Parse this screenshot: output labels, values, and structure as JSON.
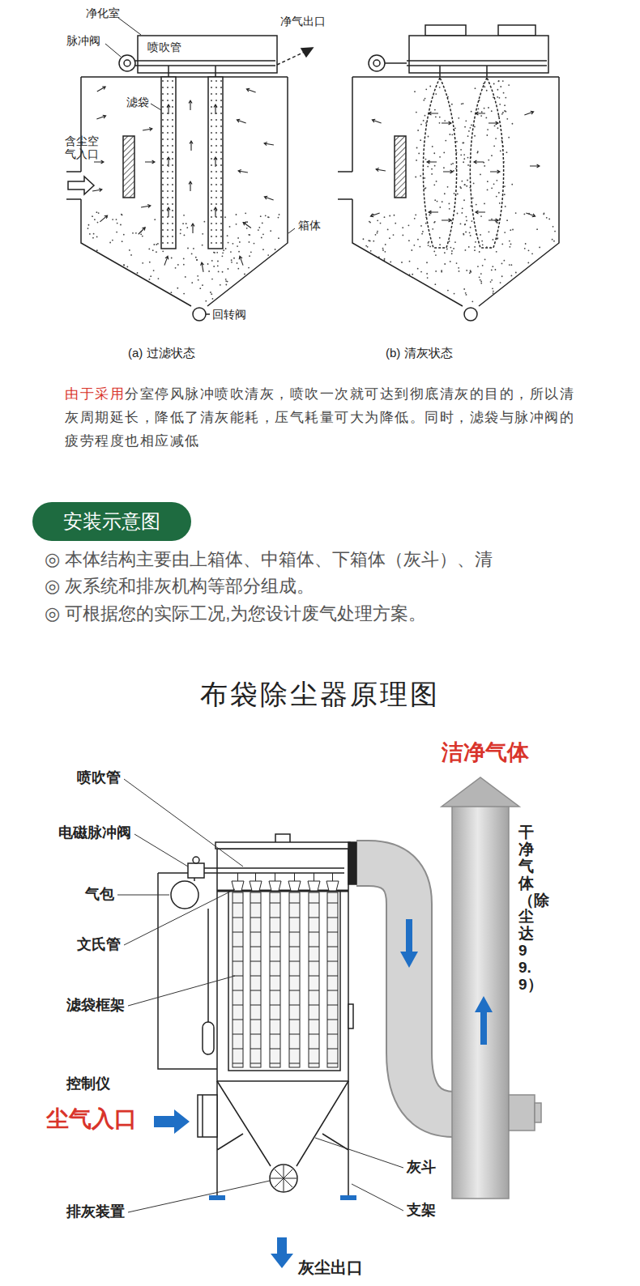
{
  "diagram": {
    "title": "布袋除尘器原理图",
    "nodes": [
      {
        "text": [
          "安装示意图"
        ]
      }
    ],
    "labels": [
      "净化室",
      "脉冲阀",
      "喷吹管",
      "净气出口",
      "滤袋",
      "含尘空气入口",
      "箱体",
      "回转阀",
      "(a) 过滤状态",
      "(b) 清灰状态",
      "由于采用",
      "分室停风脉冲喷吹清灰，喷吹一次就可达到彻底清灰的目的，所以清灰周期延长，降低了清灰能耗，压气耗量可大为降低。同时，滤袋与脉冲阀的疲劳程度也相应减低",
      "◎ 本体结构主要由上箱体、中箱体、下箱体（灰斗）、清",
      "◎ 灰系统和排灰机构等部分组成。",
      "◎ 可根据您的实际工况,为您设计废气处理方案。",
      "喷吹管",
      "电磁脉冲阀",
      "气包",
      "文氏管",
      "滤袋框架",
      "控制仪",
      "尘气入口",
      "排灰装置",
      "灰斗",
      "支架",
      "灰尘出口",
      "洁净气体",
      "干净气体（除尘达99.9）"
    ]
  }
}
